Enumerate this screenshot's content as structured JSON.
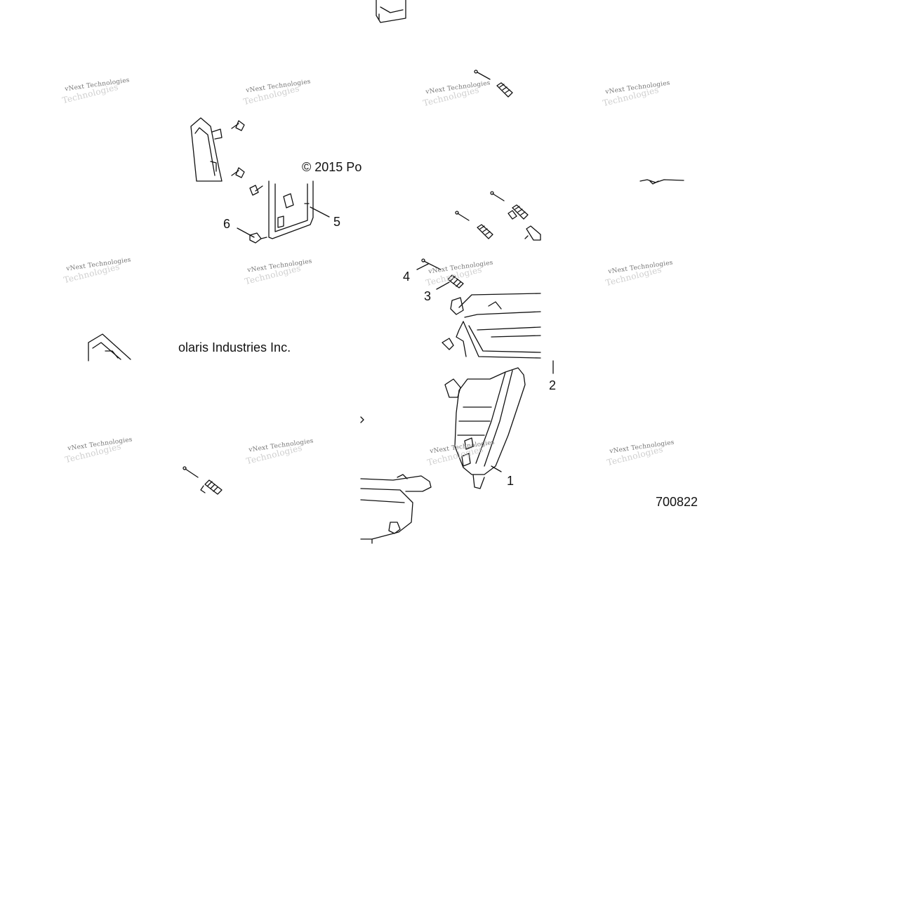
{
  "diagram": {
    "callouts": [
      {
        "id": "1",
        "text": "1"
      },
      {
        "id": "2",
        "text": "2"
      },
      {
        "id": "3",
        "text": "3"
      },
      {
        "id": "4",
        "text": "4"
      },
      {
        "id": "5",
        "text": "5"
      },
      {
        "id": "6",
        "text": "6"
      }
    ],
    "copyright_part1": "© 2015 Po",
    "copyright_part2": "olaris Industries Inc.",
    "figure_number": "700822",
    "watermark_text": "vNext Technologies",
    "watermark_ghost": "Technologies"
  }
}
